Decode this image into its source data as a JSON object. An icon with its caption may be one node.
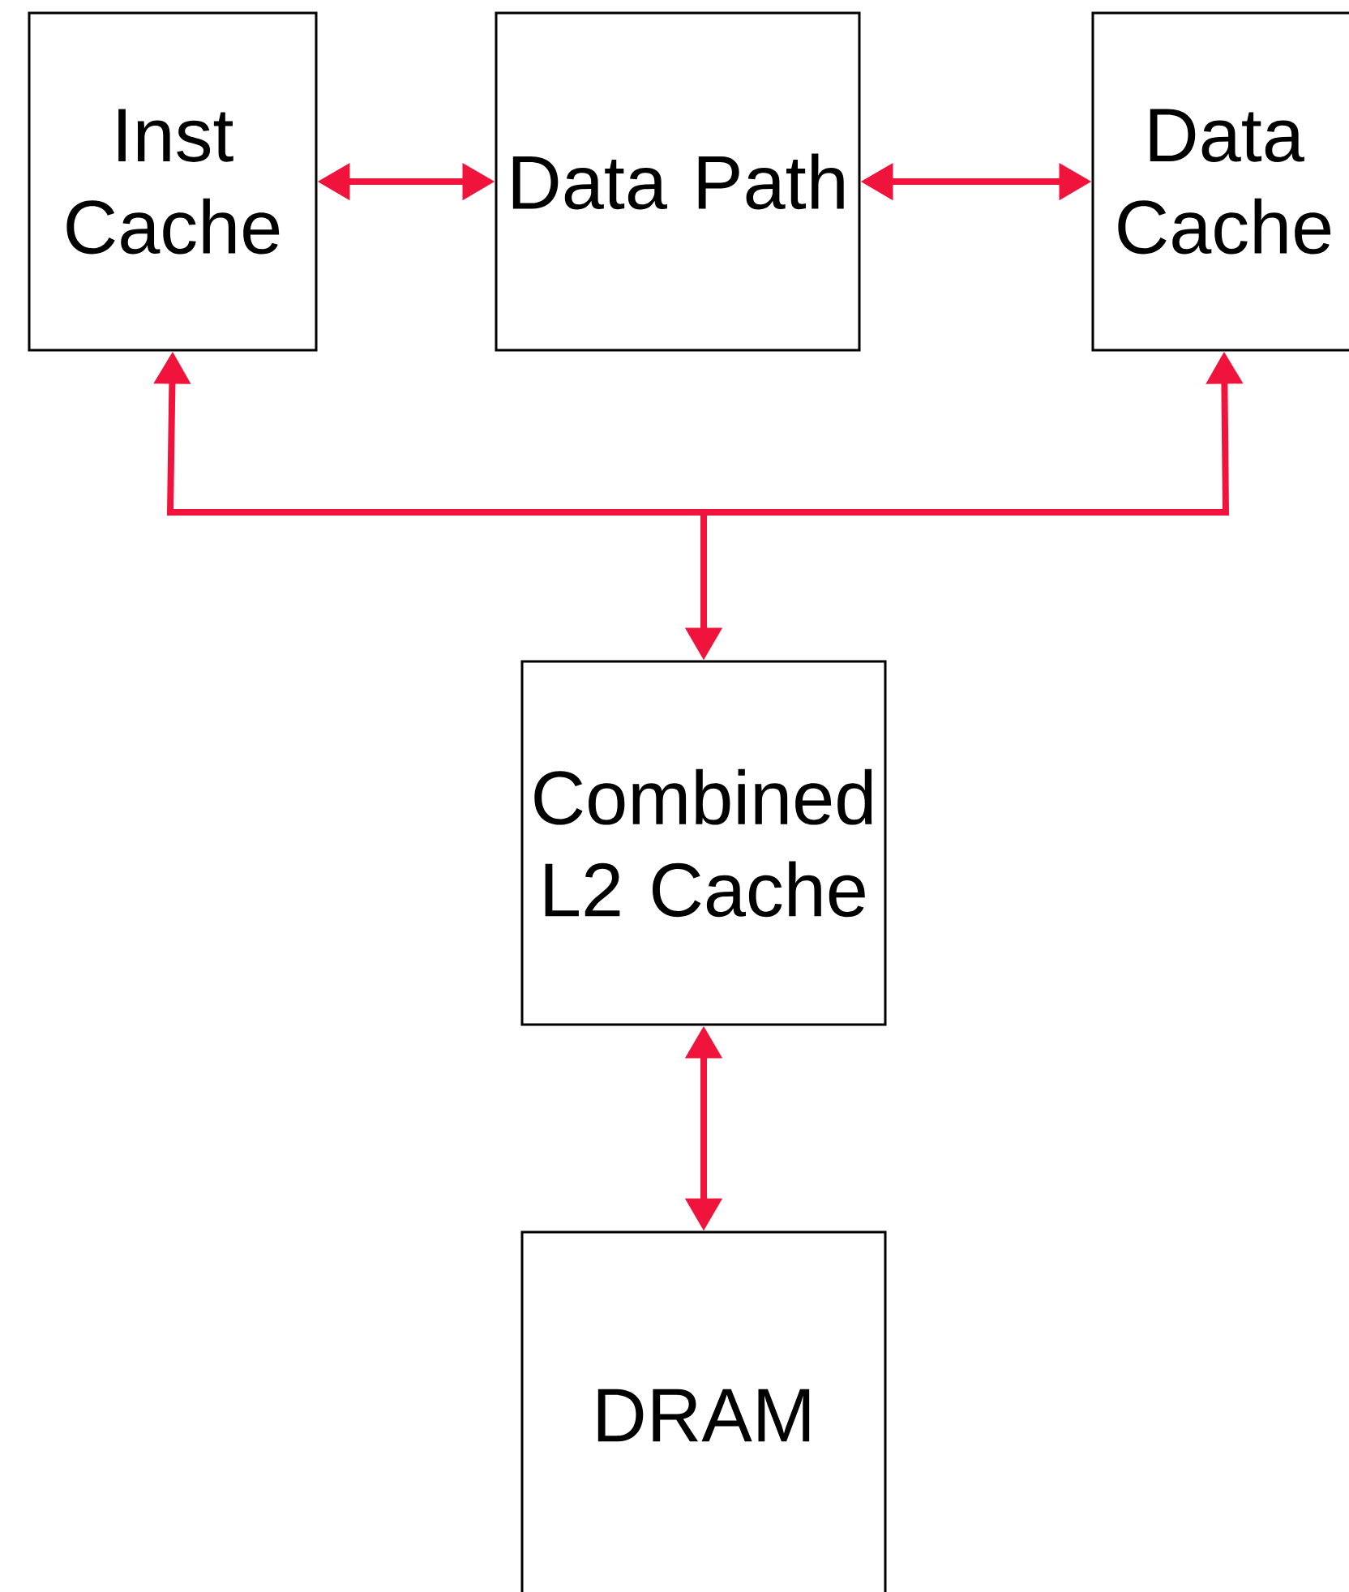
{
  "diagram": {
    "nodes": [
      {
        "text": [
          "Inst Cache"
        ]
      },
      {
        "text": [
          "Data Path"
        ]
      },
      {
        "text": [
          "Data Cache"
        ]
      },
      {
        "text": [
          "Combined L2 Cache"
        ]
      },
      {
        "text": [
          "DRAM"
        ]
      }
    ],
    "edges": [
      {
        "from": 0,
        "to": 1,
        "arrow": "both"
      },
      {
        "from": 1,
        "to": 2,
        "arrow": "both"
      },
      {
        "from": 0,
        "to": 3,
        "arrow": "both"
      },
      {
        "from": 2,
        "to": 3,
        "arrow": "both"
      },
      {
        "from": 3,
        "to": 4,
        "arrow": "both"
      }
    ]
  }
}
